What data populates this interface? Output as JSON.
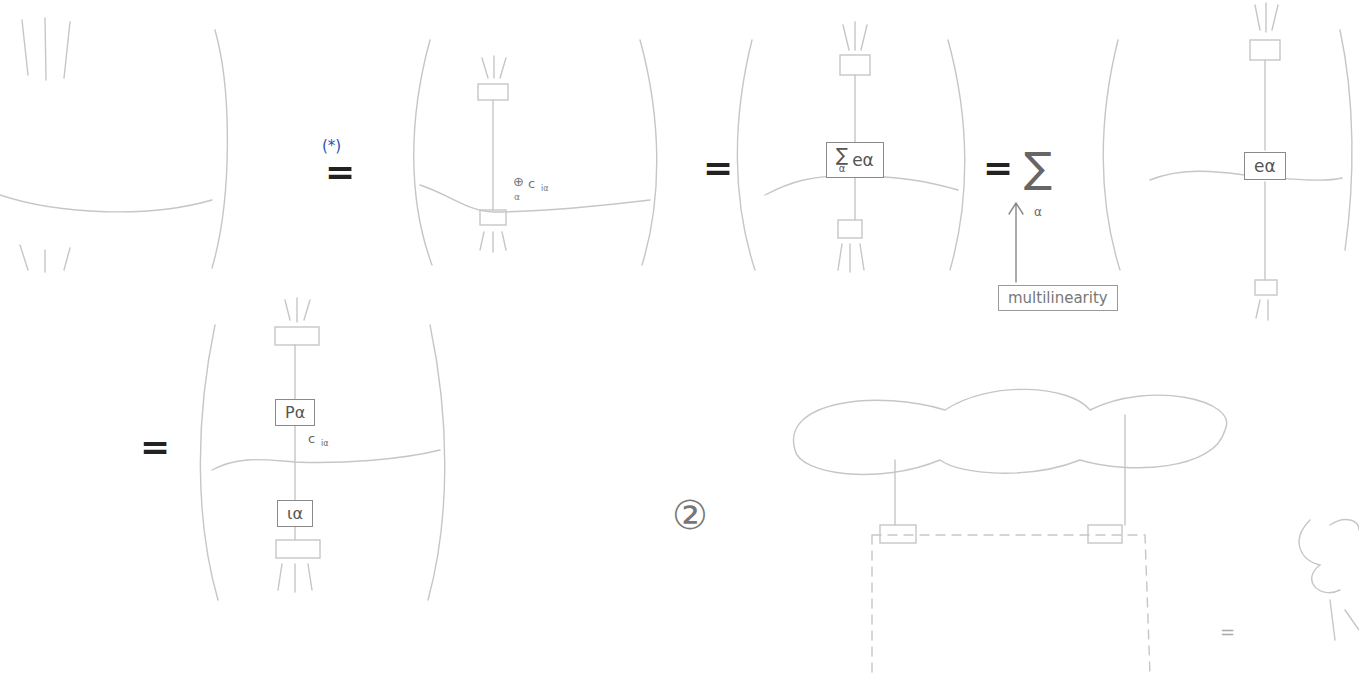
{
  "diagram": {
    "nodes": [
      {
        "text": [
          "∑",
          "α",
          "eα"
        ]
      },
      {
        "text": [
          "eα"
        ]
      },
      {
        "text": [
          "multilinearity"
        ]
      },
      {
        "text": [
          "Pα"
        ]
      },
      {
        "text": [
          "ια"
        ]
      }
    ],
    "labels": [
      "(*)",
      "=",
      "⊕",
      "α",
      "c",
      "iα",
      "=",
      "=",
      "∑",
      "α",
      "=",
      "c",
      "iα",
      "②",
      "="
    ]
  }
}
